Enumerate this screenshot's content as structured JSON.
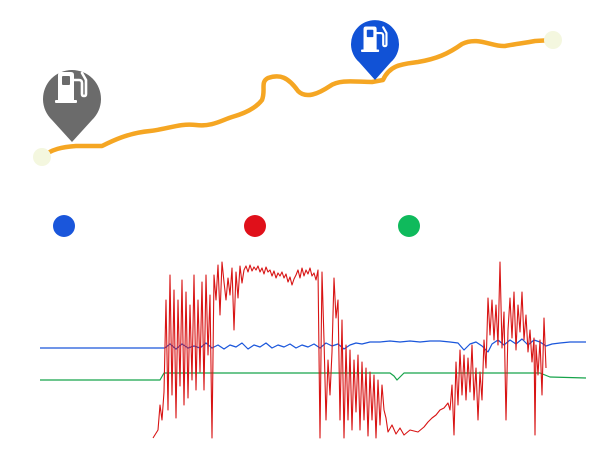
{
  "colors": {
    "route": "#f5a623",
    "endpoint": "#f4f7df",
    "start_pin": "#6b6b6b",
    "end_pin": "#1152d6",
    "pin_icon": "#ffffff",
    "legend_blue": "#1a56db",
    "legend_red": "#e0101a",
    "legend_green": "#0fba5c",
    "series_red": "#d81414",
    "series_blue": "#1a56db",
    "series_green": "#16a34a"
  },
  "icons": {
    "start_pin": "fuel-station-pin-icon",
    "end_pin": "fuel-station-pin-icon"
  },
  "legend": [
    {
      "name": "blue-dot",
      "color_key": "legend_blue"
    },
    {
      "name": "red-dot",
      "color_key": "legend_red"
    },
    {
      "name": "green-dot",
      "color_key": "legend_green"
    }
  ]
}
